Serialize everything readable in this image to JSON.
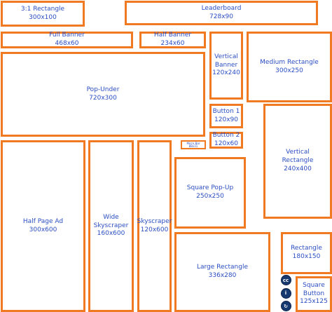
{
  "ads": {
    "rect_3_1": {
      "name": "3:1 Rectangle",
      "size": "300x100"
    },
    "leaderboard": {
      "name": "Leaderboard",
      "size": "728x90"
    },
    "full_banner": {
      "name": "Full Banner",
      "size": "468x60"
    },
    "half_banner": {
      "name": "Half Banner",
      "size": "234x60"
    },
    "vert_banner": {
      "name": "Vertical\nBanner",
      "size": "120x240"
    },
    "medium_rect": {
      "name": "Medium Rectangle",
      "size": "300x250"
    },
    "pop_under": {
      "name": "Pop-Under",
      "size": "720x300"
    },
    "button_1": {
      "name": "Button 1",
      "size": "120x90"
    },
    "button_2": {
      "name": "Button 2",
      "size": "120x60"
    },
    "micro_bar": {
      "name": "Micro Bar",
      "size": "88x31"
    },
    "vert_rect": {
      "name": "Vertical\nRectangle",
      "size": "240x400"
    },
    "half_page": {
      "name": "Half Page Ad",
      "size": "300x600"
    },
    "wide_sky": {
      "name": "Wide\nSkyscraper",
      "size": "160x600"
    },
    "skyscraper": {
      "name": "Skyscraper",
      "size": "120x600"
    },
    "square_pop": {
      "name": "Square Pop-Up",
      "size": "250x250"
    },
    "rectangle": {
      "name": "Rectangle",
      "size": "180x150"
    },
    "large_rect": {
      "name": "Large Rectangle",
      "size": "336x280"
    },
    "square_button": {
      "name": "Square\nButton",
      "size": "125x125"
    }
  },
  "license_icons": {
    "cc": {
      "label": "cc",
      "icon": "creative-commons-icon"
    },
    "by": {
      "label": "i",
      "icon": "attribution-icon"
    },
    "sa": {
      "label": "↻",
      "icon": "share-alike-icon"
    }
  },
  "colors": {
    "border": "#F07A22",
    "text": "#2b4ec2",
    "icon": "#16396f"
  }
}
